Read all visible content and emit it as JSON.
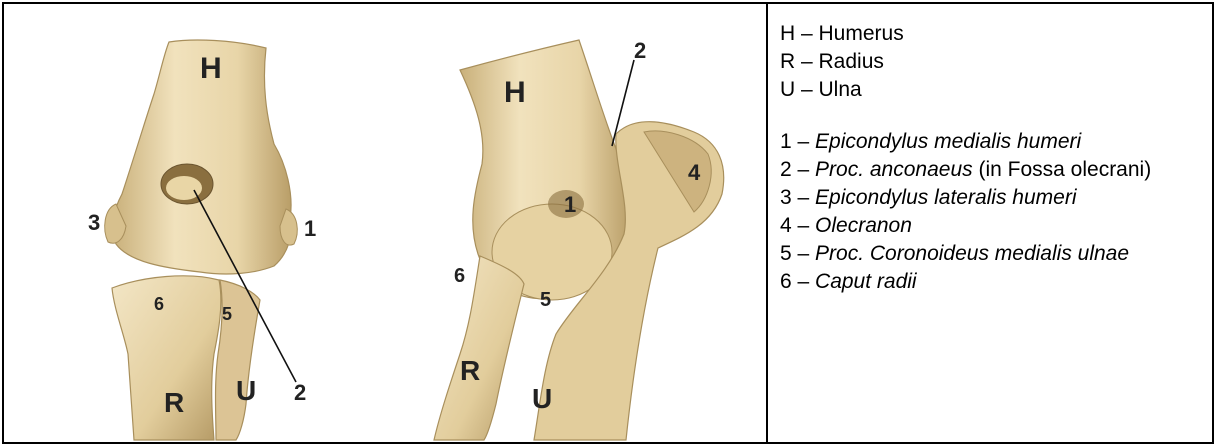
{
  "figure": {
    "left_view": {
      "H": "H",
      "R": "R",
      "U": "U",
      "n1": "1",
      "n2": "2",
      "n3": "3",
      "n5": "5",
      "n6": "6"
    },
    "right_view": {
      "H": "H",
      "R": "R",
      "U": "U",
      "n1": "1",
      "n2": "2",
      "n4": "4",
      "n5": "5",
      "n6": "6"
    },
    "colors": {
      "bone": "#e8d5a8",
      "bone_shadow": "#c9b07a",
      "bone_dark": "#a88f5c",
      "label": "#222222"
    }
  },
  "legend": {
    "letters": [
      {
        "key": "H",
        "sep": " – ",
        "name": "Humerus"
      },
      {
        "key": "R",
        "sep": " – ",
        "name": "Radius"
      },
      {
        "key": "U",
        "sep": " – ",
        "name": "Ulna"
      }
    ],
    "numbers": [
      {
        "key": "1",
        "sep": " – ",
        "italic": "Epicondylus medialis humeri",
        "rest": ""
      },
      {
        "key": "2",
        "sep": " – ",
        "italic": "Proc. anconaeus",
        "rest": " (in Fossa olecrani)"
      },
      {
        "key": "3",
        "sep": " – ",
        "italic": "Epicondylus lateralis humeri",
        "rest": ""
      },
      {
        "key": "4",
        "sep": " – ",
        "italic": "Olecranon",
        "rest": ""
      },
      {
        "key": "5",
        "sep": " – ",
        "italic": "Proc. Coronoideus medialis ulnae",
        "rest": ""
      },
      {
        "key": "6",
        "sep": " – ",
        "italic": "Caput radii",
        "rest": ""
      }
    ]
  }
}
